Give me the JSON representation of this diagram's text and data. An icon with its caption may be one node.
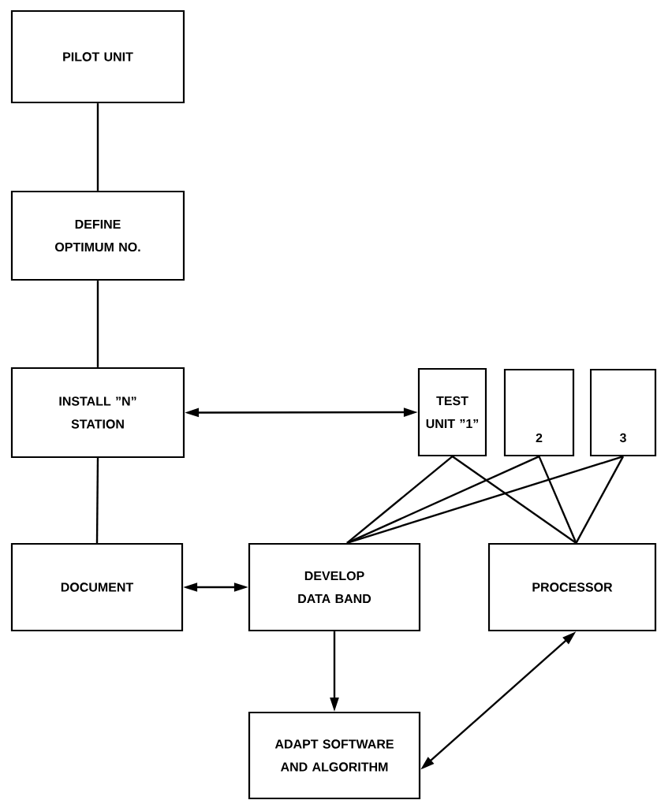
{
  "diagram": {
    "nodes": [
      {
        "text": [
          "PILOT UNIT"
        ]
      },
      {
        "text": [
          "DEFINE OPTIMUM NO."
        ]
      },
      {
        "text": [
          "INSTALL ”N” STATION"
        ]
      },
      {
        "text": [
          "TEST UNIT ”1”"
        ]
      },
      {
        "text": [
          "2"
        ]
      },
      {
        "text": [
          "3"
        ]
      },
      {
        "text": [
          "DOCUMENT"
        ]
      },
      {
        "text": [
          "DEVELOP DATA BAND"
        ]
      },
      {
        "text": [
          "PROCESSOR"
        ]
      },
      {
        "text": [
          "ADAPT SOFTWARE AND ALGORITHM"
        ]
      }
    ],
    "edges": [
      {
        "from": 0,
        "to": 1,
        "arrow": "none"
      },
      {
        "from": 1,
        "to": 2,
        "arrow": "none"
      },
      {
        "from": 2,
        "to": 3,
        "arrow": "both"
      },
      {
        "from": 3,
        "to": 7,
        "arrow": "none"
      },
      {
        "from": 4,
        "to": 7,
        "arrow": "none"
      },
      {
        "from": 5,
        "to": 7,
        "arrow": "none"
      },
      {
        "from": 3,
        "to": 8,
        "arrow": "none"
      },
      {
        "from": 4,
        "to": 8,
        "arrow": "none"
      },
      {
        "from": 5,
        "to": 8,
        "arrow": "none"
      },
      {
        "from": 2,
        "to": 6,
        "arrow": "none"
      },
      {
        "from": 6,
        "to": 7,
        "arrow": "both"
      },
      {
        "from": 7,
        "to": 9,
        "arrow": "to"
      },
      {
        "from": 8,
        "to": 9,
        "arrow": "both"
      }
    ]
  }
}
